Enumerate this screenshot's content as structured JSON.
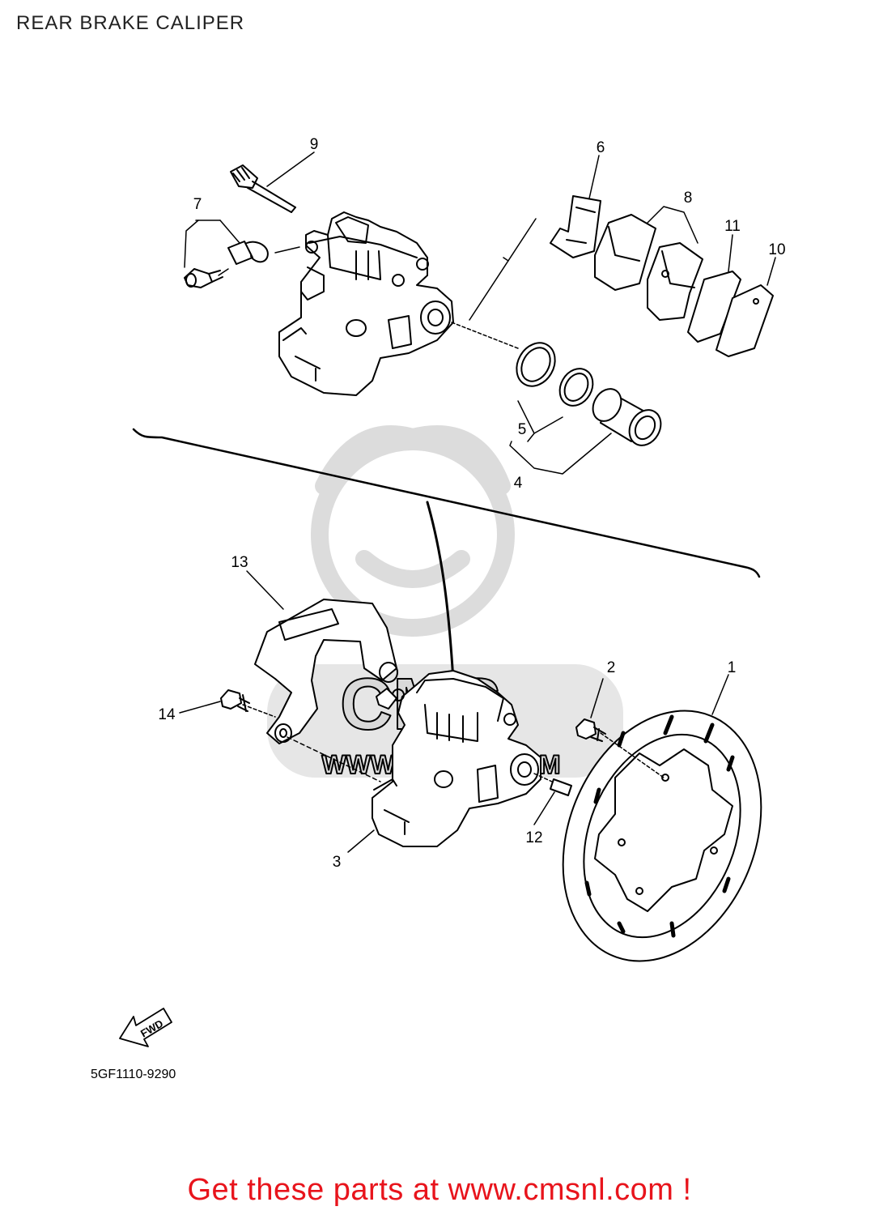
{
  "page": {
    "title": "REAR BRAKE CALIPER"
  },
  "callouts": {
    "c1": "1",
    "c2": "2",
    "c3": "3",
    "c4": "4",
    "c5": "5",
    "c6": "6",
    "c7": "7",
    "c8": "8",
    "c9": "9",
    "c10": "10",
    "c11": "11",
    "c12": "12",
    "c13": "13",
    "c14": "14"
  },
  "fwd_label": "FWD",
  "diagram_code": "5GF1110-9290",
  "watermark": {
    "brand": "CMS",
    "url": "WWW.CMSNL.COM"
  },
  "promo": {
    "text": "Get these parts at www.cmsnl.com !",
    "color": "#e8141c"
  },
  "icons": {
    "fwd": "forward-arrow-icon"
  }
}
